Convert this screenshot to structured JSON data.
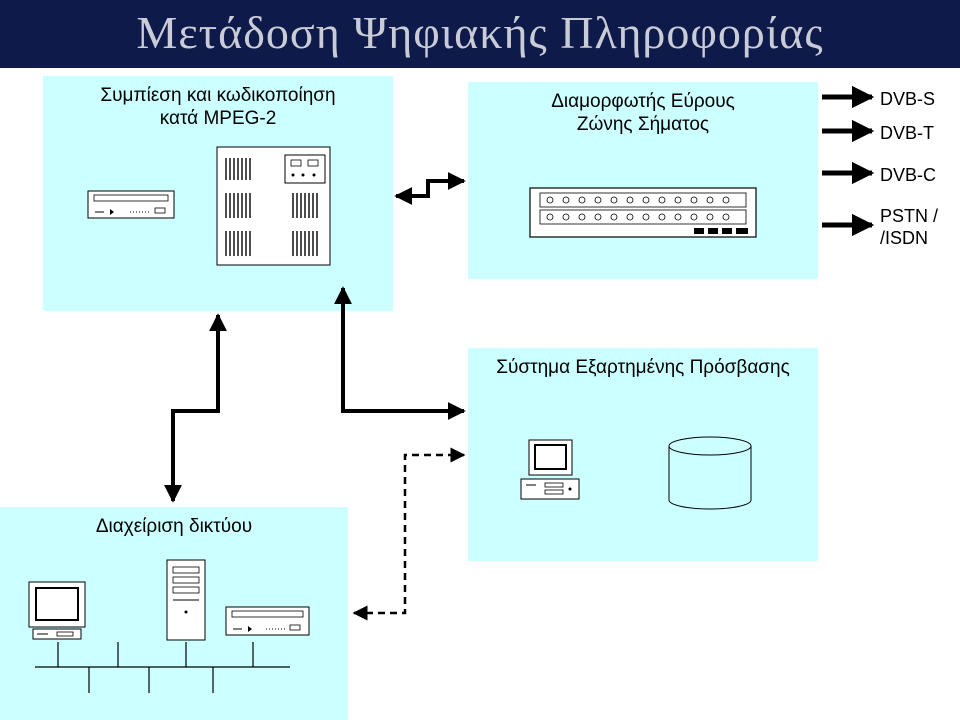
{
  "title": "Μετάδοση Ψηφιακής Πληροφορίας",
  "compression": {
    "line1": "Συμπίεση και κωδικοποίηση",
    "line2": "κατά MPEG-2"
  },
  "modulator": {
    "line1": "Διαμορφωτής Εύρους",
    "line2": "Ζώνης Σήματος"
  },
  "outputs": [
    "DVB-S",
    "DVB-T",
    "DVB-C",
    "PSTN /",
    "/ISDN"
  ],
  "access_system": {
    "label": "Σύστημα Εξαρτημένης Πρόσβασης"
  },
  "network_mgmt": {
    "label": "Διαχείριση δικτύου"
  },
  "colors": {
    "panel": "#ccffff",
    "title_bar": "#0d1a4a",
    "title_text": "#c9cbd6"
  }
}
